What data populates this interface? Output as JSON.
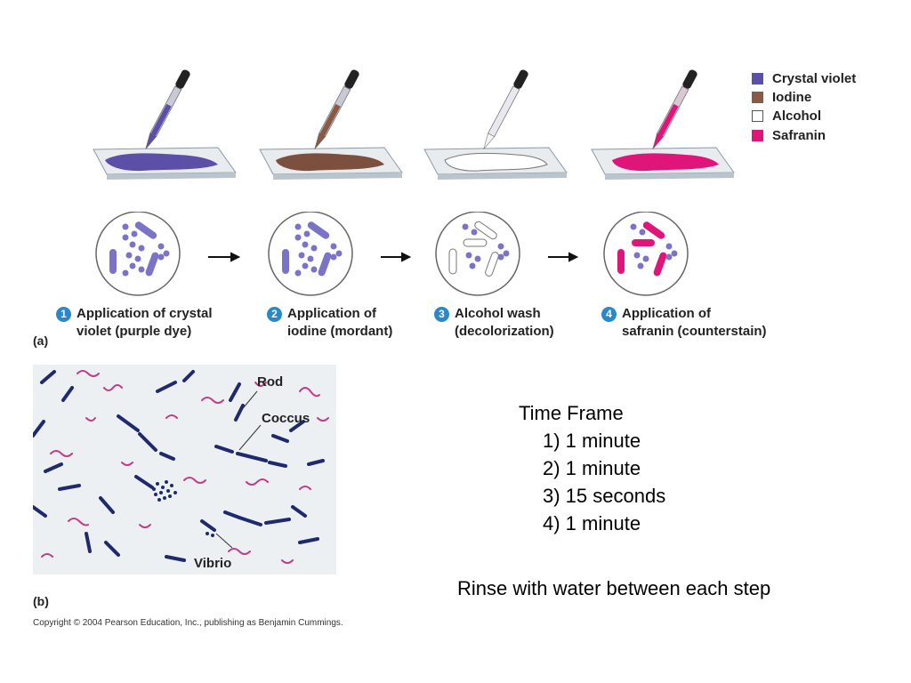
{
  "legend": [
    {
      "label": "Crystal violet",
      "color": "#5b4fa8"
    },
    {
      "label": "Iodine",
      "color": "#8a5a44"
    },
    {
      "label": "Alcohol",
      "color": "#ffffff"
    },
    {
      "label": "Safranin",
      "color": "#e0157a"
    }
  ],
  "steps": [
    {
      "num": "1",
      "line1": "Application of crystal",
      "line2": "violet (purple dye)"
    },
    {
      "num": "2",
      "line1": "Application of",
      "line2": "iodine (mordant)"
    },
    {
      "num": "3",
      "line1": "Alcohol wash",
      "line2": "(decolorization)"
    },
    {
      "num": "4",
      "line1": "Application of",
      "line2": "safranin (counterstain)"
    }
  ],
  "panel_a_label": "(a)",
  "panel_b_label": "(b)",
  "micrograph_labels": {
    "rod": "Rod",
    "coccus": "Coccus",
    "vibrio": "Vibrio"
  },
  "copyright": "Copyright © 2004 Pearson Education, Inc., publishing as Benjamin Cummings.",
  "time_frame": {
    "title": "Time Frame",
    "items": [
      "1) 1 minute",
      "2) 1 minute",
      "3) 15 seconds",
      "4) 1 minute"
    ]
  },
  "rinse_note": "Rinse with water between each step"
}
